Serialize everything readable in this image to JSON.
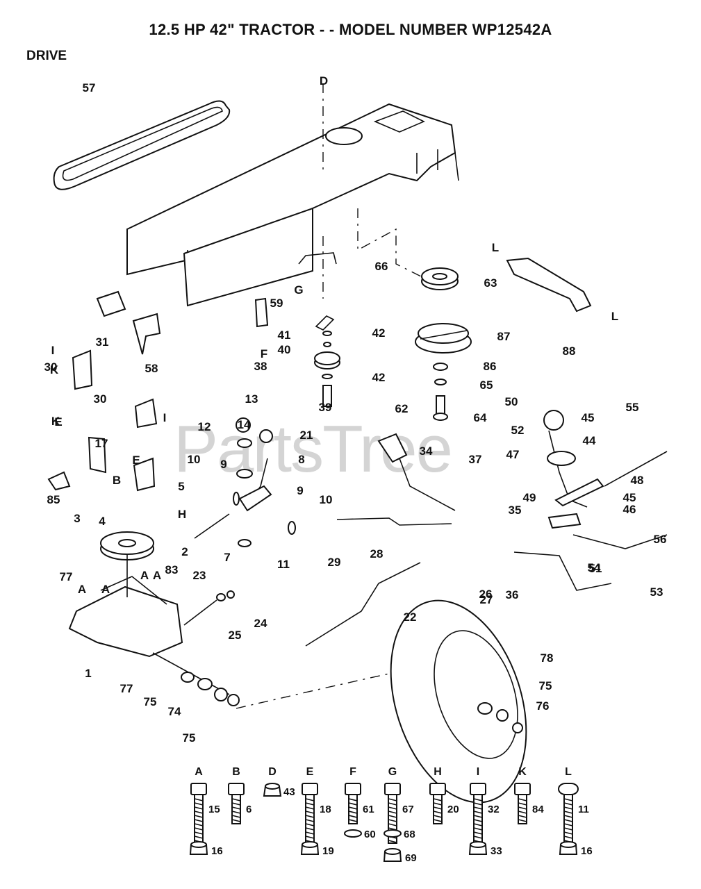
{
  "header": {
    "title": "12.5 HP 42\" TRACTOR - - MODEL NUMBER WP12542A",
    "section": "DRIVE"
  },
  "watermark": "PartsTree",
  "colors": {
    "ink": "#111111",
    "paper": "#ffffff",
    "watermark": "#d4d4d4"
  },
  "callouts": [
    "57",
    "D",
    "66",
    "63",
    "88",
    "59",
    "41",
    "42",
    "40",
    "87",
    "38",
    "42",
    "86",
    "65",
    "31",
    "58",
    "30",
    "F",
    "G",
    "39",
    "64",
    "30",
    "62",
    "50",
    "55",
    "13",
    "45",
    "52",
    "44",
    "21",
    "12",
    "14",
    "47",
    "48",
    "17",
    "8",
    "34",
    "37",
    "10",
    "9",
    "85",
    "5",
    "49",
    "45",
    "46",
    "9",
    "10",
    "4",
    "3",
    "7",
    "11",
    "29",
    "28",
    "35",
    "56",
    "51",
    "2",
    "77",
    "83",
    "23",
    "24",
    "26",
    "27",
    "36",
    "54",
    "53",
    "25",
    "22",
    "1",
    "78",
    "75",
    "76",
    "77",
    "75",
    "74",
    "75",
    "L",
    "L",
    "I",
    "K",
    "E",
    "I",
    "K",
    "B",
    "E",
    "H",
    "A",
    "A",
    "A",
    "A"
  ],
  "hardware": [
    {
      "letter": "A",
      "part": "15",
      "nut": "16"
    },
    {
      "letter": "B",
      "part": "6"
    },
    {
      "letter": "D",
      "part": "43"
    },
    {
      "letter": "E",
      "part": "18",
      "nut": "19"
    },
    {
      "letter": "F",
      "part": "61",
      "washer": "60"
    },
    {
      "letter": "G",
      "part": "67",
      "washer": "68",
      "nut": "69"
    },
    {
      "letter": "H",
      "part": "20"
    },
    {
      "letter": "I",
      "part": "32",
      "nut": "33"
    },
    {
      "letter": "K",
      "part": "84"
    },
    {
      "letter": "L",
      "part": "11",
      "nut": "16"
    }
  ]
}
